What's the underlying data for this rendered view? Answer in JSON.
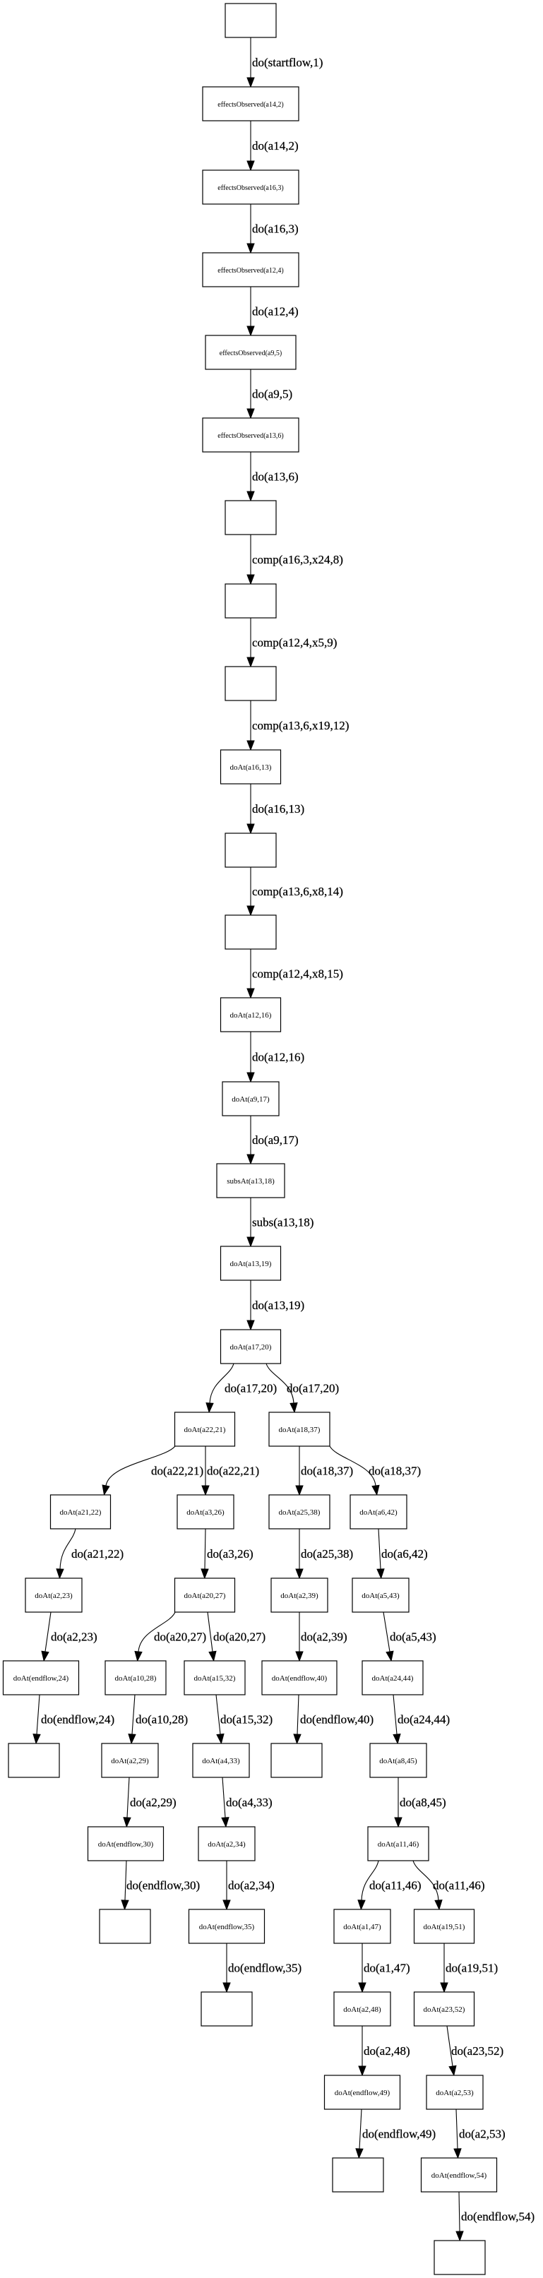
{
  "graph": {
    "nodes": [
      "",
      "effectsObserved(a14,2)",
      "effectsObserved(a16,3)",
      "effectsObserved(a12,4)",
      "effectsObserved(a9,5)",
      "effectsObserved(a13,6)",
      "",
      "",
      "",
      "doAt(a16,13)",
      "",
      "",
      "doAt(a12,16)",
      "doAt(a9,17)",
      "subsAt(a13,18)",
      "doAt(a13,19)",
      "doAt(a17,20)",
      "doAt(a22,21)",
      "doAt(a18,37)",
      "doAt(a21,22)",
      "doAt(a3,26)",
      "doAt(a25,38)",
      "doAt(a6,42)",
      "doAt(a2,23)",
      "doAt(a20,27)",
      "doAt(a2,39)",
      "doAt(a5,43)",
      "doAt(endflow,24)",
      "doAt(a10,28)",
      "doAt(a15,32)",
      "doAt(endflow,40)",
      "doAt(a24,44)",
      "",
      "doAt(a2,29)",
      "doAt(a4,33)",
      "",
      "doAt(a8,45)",
      "doAt(endflow,30)",
      "doAt(a2,34)",
      "doAt(a11,46)",
      "",
      "doAt(endflow,35)",
      "doAt(a1,47)",
      "doAt(a19,51)",
      "",
      "doAt(a2,48)",
      "doAt(a23,52)",
      "doAt(endflow,49)",
      "doAt(a2,53)",
      "",
      "doAt(endflow,54)",
      ""
    ],
    "edges": [
      {
        "from": 0,
        "to": 1,
        "label": "do(startflow,1)"
      },
      {
        "from": 1,
        "to": 2,
        "label": "do(a14,2)"
      },
      {
        "from": 2,
        "to": 3,
        "label": "do(a16,3)"
      },
      {
        "from": 3,
        "to": 4,
        "label": "do(a12,4)"
      },
      {
        "from": 4,
        "to": 5,
        "label": "do(a9,5)"
      },
      {
        "from": 5,
        "to": 6,
        "label": "do(a13,6)"
      },
      {
        "from": 6,
        "to": 7,
        "label": "comp(a16,3,x24,8)"
      },
      {
        "from": 7,
        "to": 8,
        "label": "comp(a12,4,x5,9)"
      },
      {
        "from": 8,
        "to": 9,
        "label": "comp(a13,6,x19,12)"
      },
      {
        "from": 9,
        "to": 10,
        "label": "do(a16,13)"
      },
      {
        "from": 10,
        "to": 11,
        "label": "comp(a13,6,x8,14)"
      },
      {
        "from": 11,
        "to": 12,
        "label": "comp(a12,4,x8,15)"
      },
      {
        "from": 12,
        "to": 13,
        "label": "do(a12,16)"
      },
      {
        "from": 13,
        "to": 14,
        "label": "do(a9,17)"
      },
      {
        "from": 14,
        "to": 15,
        "label": "subs(a13,18)"
      },
      {
        "from": 15,
        "to": 16,
        "label": "do(a13,19)"
      },
      {
        "from": 16,
        "to": 17,
        "label": "do(a17,20)"
      },
      {
        "from": 16,
        "to": 18,
        "label": "do(a17,20)"
      },
      {
        "from": 17,
        "to": 19,
        "label": "do(a22,21)"
      },
      {
        "from": 17,
        "to": 20,
        "label": "do(a22,21)"
      },
      {
        "from": 18,
        "to": 21,
        "label": "do(a18,37)"
      },
      {
        "from": 18,
        "to": 22,
        "label": "do(a18,37)"
      },
      {
        "from": 19,
        "to": 23,
        "label": "do(a21,22)"
      },
      {
        "from": 20,
        "to": 24,
        "label": "do(a3,26)"
      },
      {
        "from": 21,
        "to": 25,
        "label": "do(a25,38)"
      },
      {
        "from": 22,
        "to": 26,
        "label": "do(a6,42)"
      },
      {
        "from": 23,
        "to": 27,
        "label": "do(a2,23)"
      },
      {
        "from": 24,
        "to": 28,
        "label": "do(a20,27)"
      },
      {
        "from": 24,
        "to": 29,
        "label": "do(a20,27)"
      },
      {
        "from": 25,
        "to": 30,
        "label": "do(a2,39)"
      },
      {
        "from": 26,
        "to": 31,
        "label": "do(a5,43)"
      },
      {
        "from": 27,
        "to": 32,
        "label": "do(endflow,24)"
      },
      {
        "from": 28,
        "to": 33,
        "label": "do(a10,28)"
      },
      {
        "from": 29,
        "to": 34,
        "label": "do(a15,32)"
      },
      {
        "from": 30,
        "to": 35,
        "label": "do(endflow,40)"
      },
      {
        "from": 31,
        "to": 36,
        "label": "do(a24,44)"
      },
      {
        "from": 33,
        "to": 37,
        "label": "do(a2,29)"
      },
      {
        "from": 34,
        "to": 38,
        "label": "do(a4,33)"
      },
      {
        "from": 36,
        "to": 39,
        "label": "do(a8,45)"
      },
      {
        "from": 37,
        "to": 40,
        "label": "do(endflow,30)"
      },
      {
        "from": 38,
        "to": 41,
        "label": "do(a2,34)"
      },
      {
        "from": 39,
        "to": 42,
        "label": "do(a11,46)"
      },
      {
        "from": 39,
        "to": 43,
        "label": "do(a11,46)"
      },
      {
        "from": 41,
        "to": 44,
        "label": "do(endflow,35)"
      },
      {
        "from": 42,
        "to": 45,
        "label": "do(a1,47)"
      },
      {
        "from": 43,
        "to": 46,
        "label": "do(a19,51)"
      },
      {
        "from": 45,
        "to": 47,
        "label": "do(a2,48)"
      },
      {
        "from": 46,
        "to": 48,
        "label": "do(a23,52)"
      },
      {
        "from": 47,
        "to": 49,
        "label": "do(endflow,49)"
      },
      {
        "from": 48,
        "to": 50,
        "label": "do(a2,53)"
      },
      {
        "from": 50,
        "to": 51,
        "label": "do(endflow,54)"
      }
    ]
  }
}
